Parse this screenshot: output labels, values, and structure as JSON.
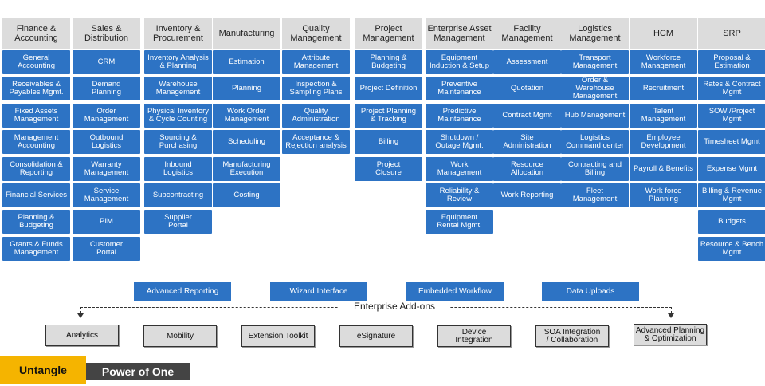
{
  "columns": [
    {
      "header": "Finance &\nAccounting",
      "items": [
        "General\nAccounting",
        "Receivables  &\nPayables Mgmt.",
        "Fixed Assets\nManagement",
        "Management\nAccounting",
        "Consolidation &\nReporting",
        "Financial Services",
        "Planning &\nBudgeting",
        "Grants & Funds\nManagement"
      ]
    },
    {
      "header": "Sales &\nDistribution",
      "items": [
        "CRM",
        "Demand\nPlanning",
        "Order\nManagement",
        "Outbound\nLogistics",
        "Warranty\nManagement",
        "Service\nManagement",
        "PIM",
        "Customer\nPortal"
      ]
    },
    {
      "header": "Inventory &\nProcurement",
      "items": [
        "Inventory Analysis\n& Planning",
        "Warehouse\nManagement",
        "Physical Inventory\n& Cycle Counting",
        "Sourcing &\nPurchasing",
        "Inbound\nLogistics",
        "Subcontracting",
        "Supplier\nPortal"
      ]
    },
    {
      "header": "Manufacturing",
      "items": [
        "Estimation",
        "Planning",
        "Work Order\nManagement",
        "Scheduling",
        "Manufacturing\nExecution",
        "Costing"
      ]
    },
    {
      "header": "Quality\nManagement",
      "items": [
        "Attribute\nManagement",
        "Inspection &\nSampling Plans",
        "Quality\nAdministration",
        "Acceptance &\nRejection analysis"
      ]
    },
    {
      "header": "Project\nManagement",
      "items": [
        "Planning &\nBudgeting",
        "Project Definition",
        "Project Planning\n& Tracking",
        "Billing",
        "Project\nClosure"
      ]
    },
    {
      "header": "Enterprise Asset\nManagement",
      "items": [
        "Equipment\nInduction & Setup",
        "Preventive\nMaintenance",
        "Predictive\nMaintenance",
        "Shutdown /\nOutage Mgmt.",
        "Work\nManagement",
        "Reliability &\nReview",
        "Equipment\nRental Mgmt."
      ]
    },
    {
      "header": "Facility\nManagement",
      "items": [
        "Assessment",
        "Quotation",
        "Contract Mgmt",
        "Site\nAdministration",
        "Resource\nAllocation",
        "Work Reporting"
      ]
    },
    {
      "header": "Logistics\nManagement",
      "items": [
        "Transport\nManagement",
        "Order &\nWarehouse\nManagement",
        "Hub Management",
        "Logistics\nCommand center",
        "Contracting and\nBilling",
        "Fleet\nManagement"
      ]
    },
    {
      "header": "HCM",
      "items": [
        "Workforce\nManagement",
        "Recruitment",
        "Talent\nManagement",
        "Employee\nDevelopment",
        "Payroll & Benefits",
        "Work force\nPlanning"
      ]
    },
    {
      "header": "SRP",
      "items": [
        "Proposal &\nEstimation",
        "Rates & Contract\nMgmt",
        "SOW /Project\nMgmt",
        "Timesheet Mgmt",
        "Expense Mgmt",
        "Billing & Revenue\nMgmt",
        "Budgets",
        "Resource & Bench\nMgmt"
      ]
    }
  ],
  "addons": [
    "Advanced Reporting",
    "Wizard Interface",
    "Embedded Workflow",
    "Data Uploads"
  ],
  "enterprise_label": "Enterprise Add-ons",
  "enterprise_items": [
    "Analytics",
    "Mobility",
    "Extension Toolkit",
    "eSignature",
    "Device\nIntegration",
    "SOA Integration\n/ Collaboration",
    "Advanced Planning\n& Optimization"
  ],
  "footer": {
    "left": "Untangle",
    "right": "Power of One"
  },
  "colors": {
    "module_blue": "#2d73c4",
    "header_gray": "#dcdcdc",
    "footer_yellow": "#f5b400",
    "footer_dark": "#444444"
  }
}
